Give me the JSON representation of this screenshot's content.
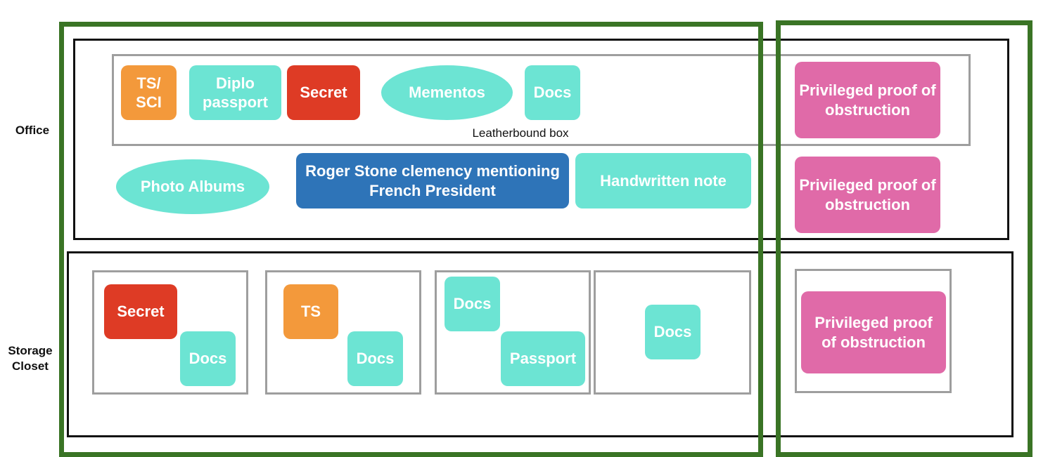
{
  "colors": {
    "teal": "#6ce4d3",
    "orange": "#f3993b",
    "red": "#de3b25",
    "blue": "#2e74b8",
    "pink": "#e06aa8",
    "green": "#3a7425",
    "gray": "#9e9e9e",
    "black": "#111111"
  },
  "rows": {
    "office": "Office",
    "storage": "Storage Closet"
  },
  "office": {
    "box_label": "Leatherbound box",
    "ts_sci": "TS/ SCI",
    "diplo_passport": "Diplo passport",
    "secret": "Secret",
    "mementos": "Mementos",
    "docs": "Docs",
    "photo_albums": "Photo Albums",
    "roger_stone": "Roger Stone clemency mentioning French President",
    "handwritten_note": "Handwritten note",
    "privileged_1": "Privileged proof of obstruction",
    "privileged_2": "Privileged proof of obstruction"
  },
  "storage": {
    "box1": {
      "secret": "Secret",
      "docs": "Docs"
    },
    "box2": {
      "ts": "TS",
      "docs": "Docs"
    },
    "box3": {
      "docs": "Docs",
      "passport": "Passport"
    },
    "box4": {
      "docs": "Docs"
    },
    "privileged": "Privileged proof of obstruction"
  }
}
